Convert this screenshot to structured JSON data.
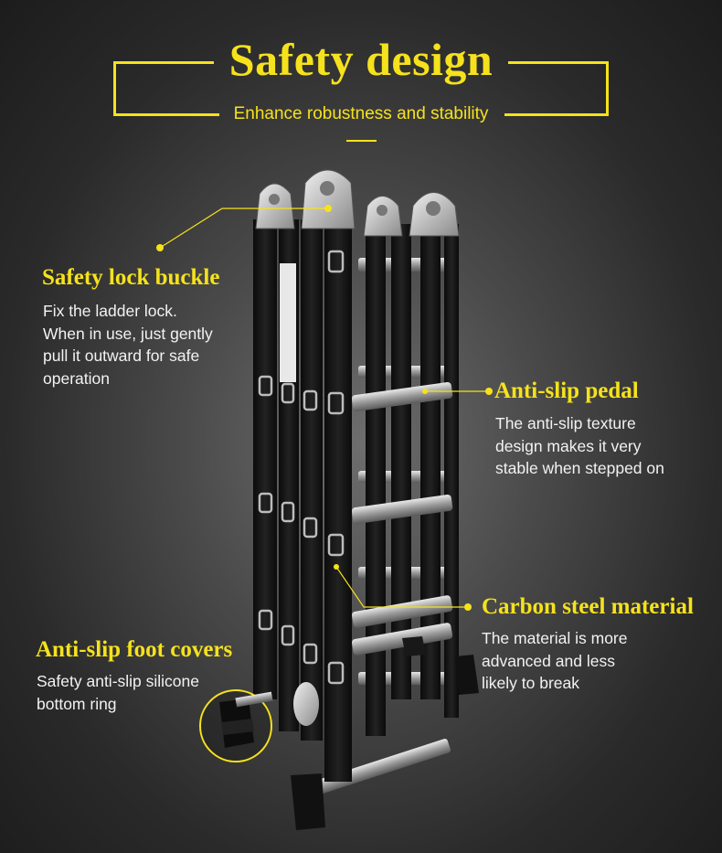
{
  "header": {
    "title": "Safety design",
    "subtitle": "Enhance robustness and stability"
  },
  "features": {
    "safety_lock": {
      "title": "Safety lock buckle",
      "lines": [
        "Fix the ladder lock.",
        "When in use, just gently",
        "pull it outward for safe",
        "operation"
      ]
    },
    "anti_slip_pedal": {
      "title": "Anti-slip pedal",
      "lines": [
        "The anti-slip texture",
        "design makes it very",
        "stable when stepped on"
      ]
    },
    "carbon_steel": {
      "title": "Carbon steel material",
      "lines": [
        "The material is more",
        "advanced and less",
        "likely to break"
      ]
    },
    "foot_covers": {
      "title": "Anti-slip foot covers",
      "lines": [
        "Safety anti-slip silicone",
        "bottom ring"
      ]
    }
  },
  "colors": {
    "accent": "#f5e21c",
    "background": "#3a3a3a",
    "text": "#f2f2f2"
  }
}
